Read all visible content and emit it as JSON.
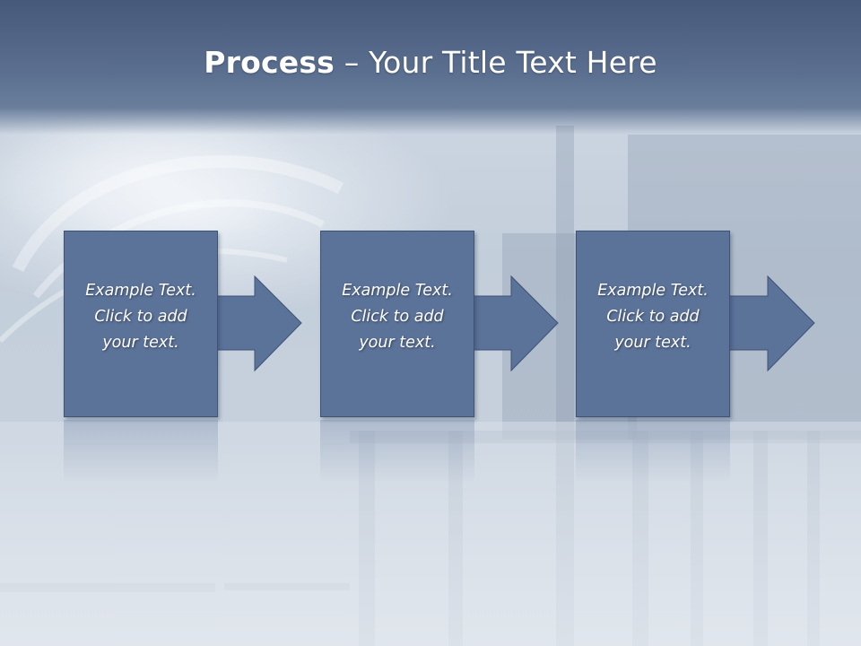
{
  "title": {
    "bold": "Process",
    "rest": " – Your Title Text Here"
  },
  "steps": [
    {
      "text": "Example Text.\nClick  to add\nyour text."
    },
    {
      "text": "Example Text.\nClick  to add\nyour text."
    },
    {
      "text": "Example Text.\nClick  to add\nyour text."
    }
  ],
  "colors": {
    "box_fill": "#5b7299",
    "box_border": "#3e5275",
    "title_bar": "#55698a"
  }
}
